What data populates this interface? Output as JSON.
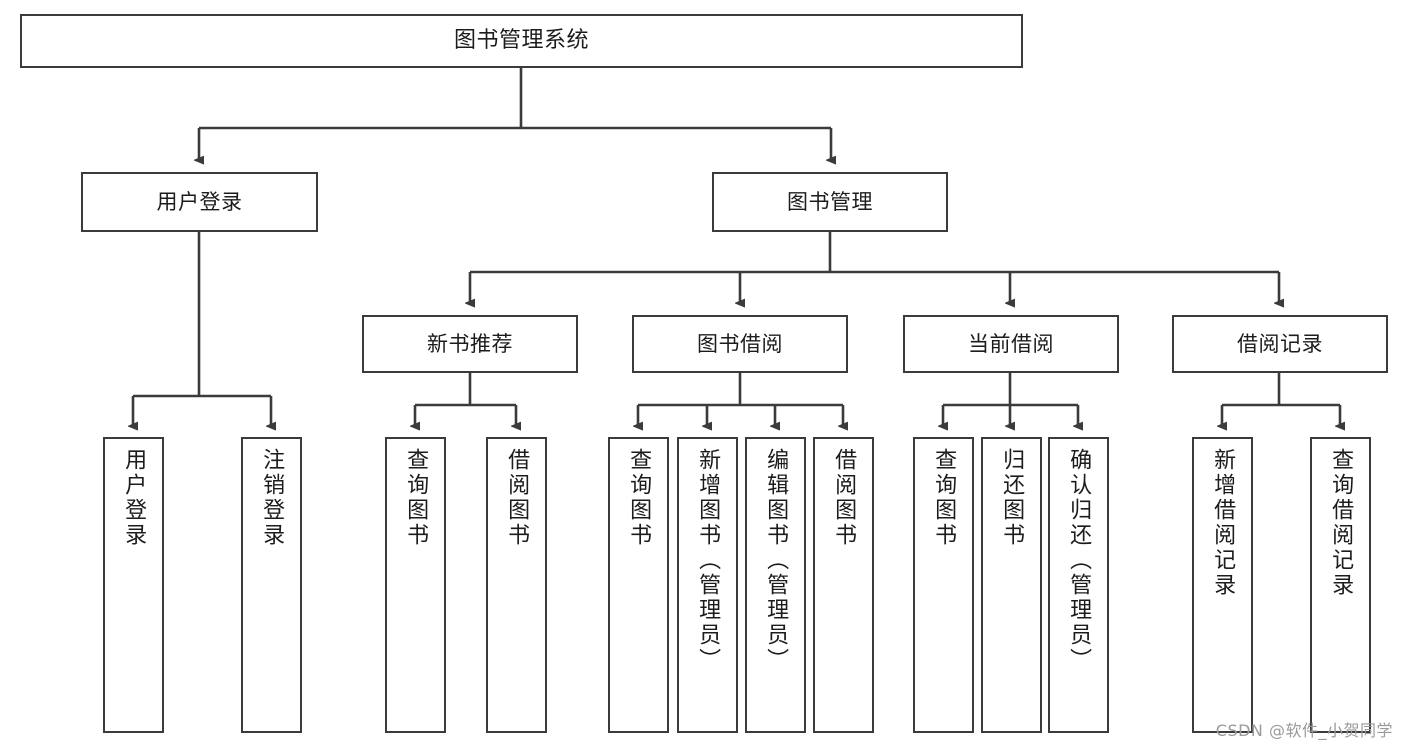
{
  "diagram": {
    "title": "图书管理系统",
    "type": "tree-hierarchy",
    "background_color": "#ffffff",
    "box_border_color": "#3b3b3b",
    "connector_color": "#3b3b3b",
    "text_color": "#1c1c1c"
  },
  "nodes": {
    "root": {
      "label": "图书管理系统",
      "level": 0
    },
    "level1": [
      {
        "id": "user-login",
        "label": "用户登录",
        "level": 1
      },
      {
        "id": "book-manage",
        "label": "图书管理",
        "level": 1
      }
    ],
    "level2": [
      {
        "id": "new-book-rec",
        "label": "新书推荐",
        "parent": "book-manage",
        "level": 2
      },
      {
        "id": "book-borrow",
        "label": "图书借阅",
        "parent": "book-manage",
        "level": 2
      },
      {
        "id": "current-borrow",
        "label": "当前借阅",
        "parent": "book-manage",
        "level": 2
      },
      {
        "id": "borrow-record",
        "label": "借阅记录",
        "parent": "book-manage",
        "level": 2
      }
    ],
    "leaves": [
      {
        "id": "leaf-user-login",
        "label": "用户登录",
        "parent": "user-login"
      },
      {
        "id": "leaf-logout",
        "label": "注销登录",
        "parent": "user-login"
      },
      {
        "id": "leaf-query-book-1",
        "label": "查询图书",
        "parent": "new-book-rec"
      },
      {
        "id": "leaf-borrow-book-1",
        "label": "借阅图书",
        "parent": "new-book-rec"
      },
      {
        "id": "leaf-query-book-2",
        "label": "查询图书",
        "parent": "book-borrow"
      },
      {
        "id": "leaf-add-book",
        "label": "新增图书（管理员）",
        "parent": "book-borrow"
      },
      {
        "id": "leaf-edit-book",
        "label": "编辑图书（管理员）",
        "parent": "book-borrow"
      },
      {
        "id": "leaf-borrow-book-2",
        "label": "借阅图书",
        "parent": "book-borrow"
      },
      {
        "id": "leaf-query-book-3",
        "label": "查询图书",
        "parent": "current-borrow"
      },
      {
        "id": "leaf-return-book",
        "label": "归还图书",
        "parent": "current-borrow"
      },
      {
        "id": "leaf-confirm-return",
        "label": "确认归还（管理员）",
        "parent": "current-borrow"
      },
      {
        "id": "leaf-add-record",
        "label": "新增借阅记录",
        "parent": "borrow-record"
      },
      {
        "id": "leaf-query-record",
        "label": "查询借阅记录",
        "parent": "borrow-record"
      }
    ]
  },
  "watermark": {
    "text": "CSDN @软件_小贺同学"
  }
}
